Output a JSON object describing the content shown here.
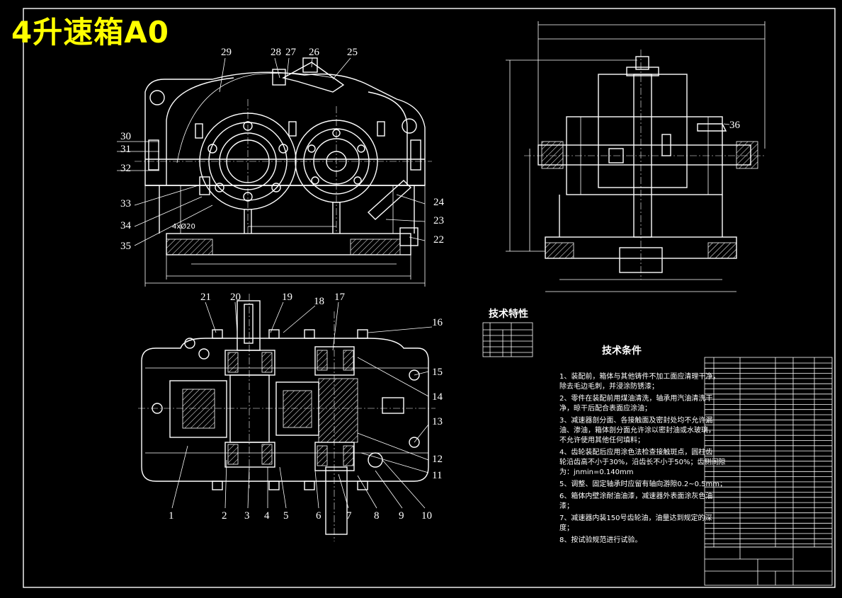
{
  "title": "4升速箱A0",
  "front_view": {
    "balloons": [
      "29",
      "28",
      "27",
      "26",
      "25",
      "30",
      "31",
      "32",
      "33",
      "34",
      "35",
      "24",
      "23",
      "22"
    ],
    "hole_note": "4xØ20"
  },
  "side_view": {
    "balloons": [
      "36"
    ]
  },
  "top_view": {
    "balloons_top": [
      "21",
      "20",
      "19",
      "18",
      "17",
      "16"
    ],
    "balloons_right": [
      "15",
      "14",
      "13",
      "12",
      "11"
    ],
    "balloons_bottom": [
      "1",
      "2",
      "3",
      "4",
      "5",
      "6",
      "7",
      "8",
      "9",
      "10"
    ]
  },
  "tech_char": {
    "heading": "技术特性"
  },
  "tech_req": {
    "heading": "技术条件",
    "items": [
      "1、装配前，箱体与其他铸件不加工面应清理干净，",
      "除去毛边毛刺，并浸涂防锈漆；",
      "2、零件在装配前用煤油清洗，轴承用汽油清洗干",
      "净，晾干后配合表面应涂油；",
      "3、减速器剖分面、各接触面及密封处均不允许漏",
      "油、渗油，箱体剖分面允许涂以密封油或水玻璃，",
      "不允许使用其他任何填料；",
      "4、齿轮装配后应用涂色法检查接触斑点，圆柱齿",
      "轮沿齿高不小于30%，沿齿长不小于50%；齿侧间隙",
      "为：jnmin=0.140mm",
      "5、调整、固定轴承时应留有轴向游隙0.2~0.5mm；",
      "6、箱体内壁涂耐油油漆，减速器外表面涂灰色油",
      "漆；",
      "7、减速器内装150号齿轮油，油量达到规定的深",
      "度；",
      "8、按试验规范进行试验。"
    ]
  }
}
